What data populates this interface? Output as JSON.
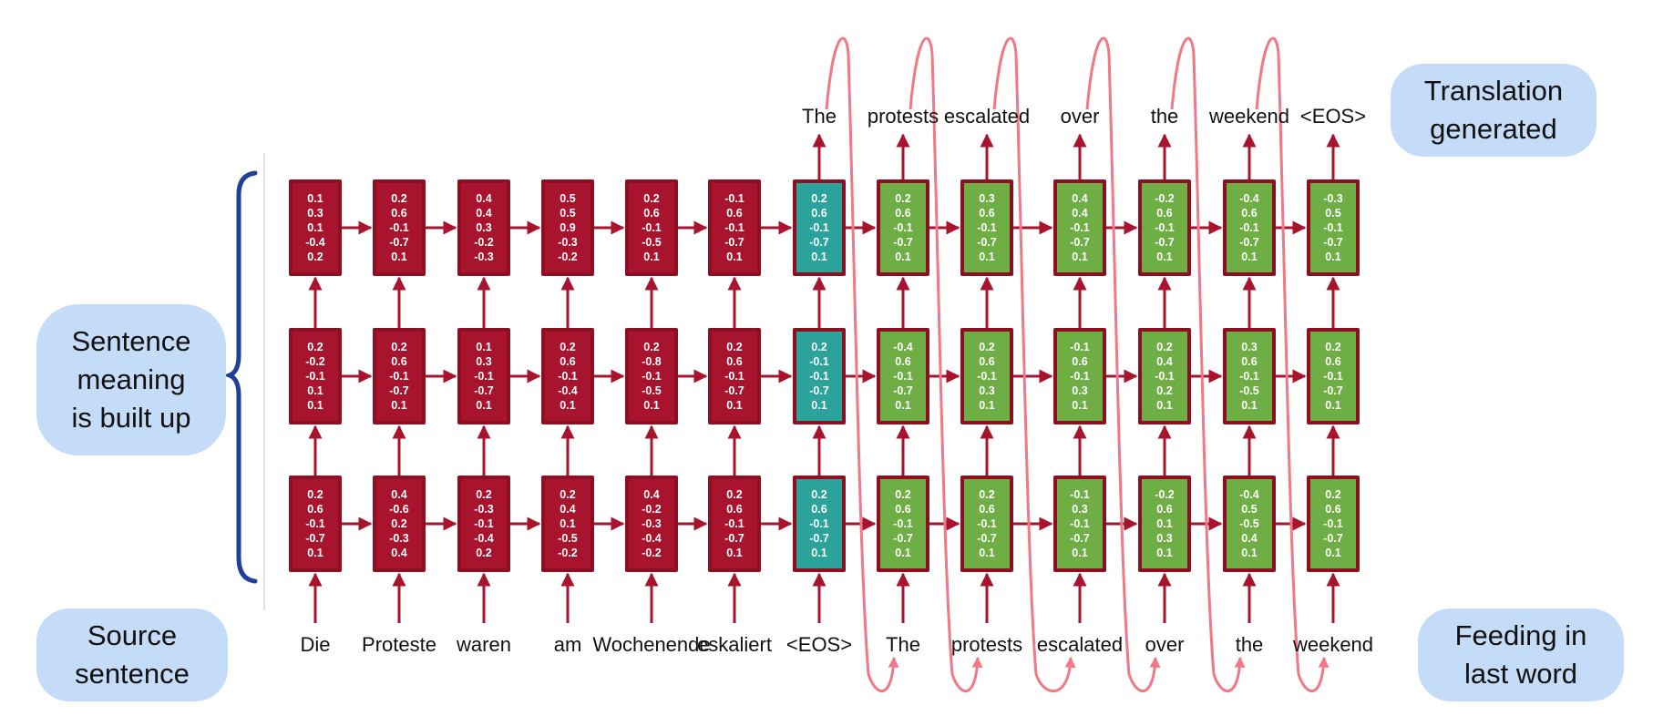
{
  "labels": {
    "sentence_meaning": [
      "Sentence",
      "meaning",
      "is built up"
    ],
    "source_sentence": [
      "Source",
      "sentence"
    ],
    "translation_generated": [
      "Translation",
      "generated"
    ],
    "feeding_in": [
      "Feeding in",
      "last word"
    ]
  },
  "source_words": [
    "Die",
    "Proteste",
    "waren",
    "am",
    "Wochenende",
    "eskaliert",
    "<EOS>"
  ],
  "fed_words": [
    "The",
    "protests",
    "escalated",
    "over",
    "the",
    "weekend"
  ],
  "output_words": [
    "The",
    "protests",
    "escalated",
    "over",
    "the",
    "weekend",
    "<EOS>"
  ],
  "columns": [
    {
      "kind": "enc",
      "top": [
        "0.1",
        "0.3",
        "0.1",
        "-0.4",
        "0.2"
      ],
      "mid": [
        "0.2",
        "-0.2",
        "-0.1",
        "0.1",
        "0.1"
      ],
      "bot": [
        "0.2",
        "0.6",
        "-0.1",
        "-0.7",
        "0.1"
      ]
    },
    {
      "kind": "enc",
      "top": [
        "0.2",
        "0.6",
        "-0.1",
        "-0.7",
        "0.1"
      ],
      "mid": [
        "0.2",
        "0.6",
        "-0.1",
        "-0.7",
        "0.1"
      ],
      "bot": [
        "0.4",
        "-0.6",
        "0.2",
        "-0.3",
        "0.4"
      ]
    },
    {
      "kind": "enc",
      "top": [
        "0.4",
        "0.4",
        "0.3",
        "-0.2",
        "-0.3"
      ],
      "mid": [
        "0.1",
        "0.3",
        "-0.1",
        "-0.7",
        "0.1"
      ],
      "bot": [
        "0.2",
        "-0.3",
        "-0.1",
        "-0.4",
        "0.2"
      ]
    },
    {
      "kind": "enc",
      "top": [
        "0.5",
        "0.5",
        "0.9",
        "-0.3",
        "-0.2"
      ],
      "mid": [
        "0.2",
        "0.6",
        "-0.1",
        "-0.4",
        "0.1"
      ],
      "bot": [
        "0.2",
        "0.4",
        "0.1",
        "-0.5",
        "-0.2"
      ]
    },
    {
      "kind": "enc",
      "top": [
        "0.2",
        "0.6",
        "-0.1",
        "-0.5",
        "0.1"
      ],
      "mid": [
        "0.2",
        "-0.8",
        "-0.1",
        "-0.5",
        "0.1"
      ],
      "bot": [
        "0.4",
        "-0.2",
        "-0.3",
        "-0.4",
        "-0.2"
      ]
    },
    {
      "kind": "enc",
      "top": [
        "-0.1",
        "0.6",
        "-0.1",
        "-0.7",
        "0.1"
      ],
      "mid": [
        "0.2",
        "0.6",
        "-0.1",
        "-0.7",
        "0.1"
      ],
      "bot": [
        "0.2",
        "0.6",
        "-0.1",
        "-0.7",
        "0.1"
      ]
    },
    {
      "kind": "eos",
      "top": [
        "0.2",
        "0.6",
        "-0.1",
        "-0.7",
        "0.1"
      ],
      "mid": [
        "0.2",
        "-0.1",
        "-0.1",
        "-0.7",
        "0.1"
      ],
      "bot": [
        "0.2",
        "0.6",
        "-0.1",
        "-0.7",
        "0.1"
      ]
    },
    {
      "kind": "dec",
      "top": [
        "0.2",
        "0.6",
        "-0.1",
        "-0.7",
        "0.1"
      ],
      "mid": [
        "-0.4",
        "0.6",
        "-0.1",
        "-0.7",
        "0.1"
      ],
      "bot": [
        "0.2",
        "0.6",
        "-0.1",
        "-0.7",
        "0.1"
      ]
    },
    {
      "kind": "dec",
      "top": [
        "0.3",
        "0.6",
        "-0.1",
        "-0.7",
        "0.1"
      ],
      "mid": [
        "0.2",
        "0.6",
        "-0.1",
        "0.3",
        "0.1"
      ],
      "bot": [
        "0.2",
        "0.6",
        "-0.1",
        "-0.7",
        "0.1"
      ]
    },
    {
      "kind": "dec",
      "top": [
        "0.4",
        "0.4",
        "-0.1",
        "-0.7",
        "0.1"
      ],
      "mid": [
        "-0.1",
        "0.6",
        "-0.1",
        "0.3",
        "0.1"
      ],
      "bot": [
        "-0.1",
        "0.3",
        "-0.1",
        "-0.7",
        "0.1"
      ]
    },
    {
      "kind": "dec",
      "top": [
        "-0.2",
        "0.6",
        "-0.1",
        "-0.7",
        "0.1"
      ],
      "mid": [
        "0.2",
        "0.4",
        "-0.1",
        "0.2",
        "0.1"
      ],
      "bot": [
        "-0.2",
        "0.6",
        "0.1",
        "0.3",
        "0.1"
      ]
    },
    {
      "kind": "dec",
      "top": [
        "-0.4",
        "0.6",
        "-0.1",
        "-0.7",
        "0.1"
      ],
      "mid": [
        "0.3",
        "0.6",
        "-0.1",
        "-0.5",
        "0.1"
      ],
      "bot": [
        "-0.4",
        "0.5",
        "-0.5",
        "0.4",
        "0.1"
      ]
    },
    {
      "kind": "dec",
      "top": [
        "-0.3",
        "0.5",
        "-0.1",
        "-0.7",
        "0.1"
      ],
      "mid": [
        "0.2",
        "0.6",
        "-0.1",
        "-0.7",
        "0.1"
      ],
      "bot": [
        "0.2",
        "0.6",
        "-0.1",
        "-0.7",
        "0.1"
      ]
    }
  ],
  "colors": {
    "encoder_cell": "#a8142d",
    "eos_cell": "#2ba39b",
    "decoder_cell": "#6fad45",
    "cell_border": "#8c0f22",
    "arrow": "#a8142d",
    "feedback_loop": "#f07887",
    "brace": "#1f3f99",
    "pill": "#c5dcf8"
  }
}
